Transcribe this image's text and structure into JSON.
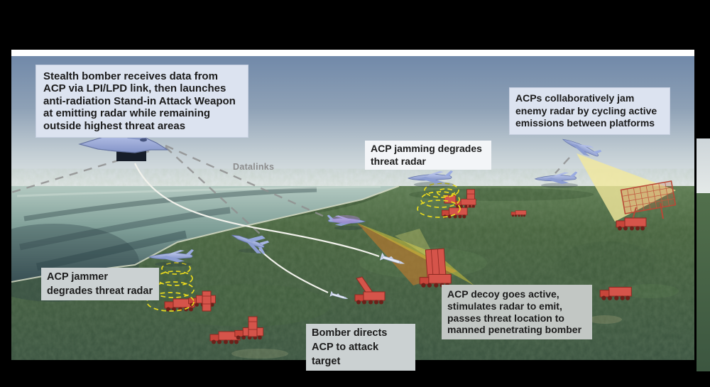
{
  "callouts": {
    "stealth_bomber": "Stealth bomber receives data from ACP via LPI/LPD link, then launches anti-radiation Stand-in Attack Weapon at emitting radar while remaining outside highest threat areas",
    "acps_jam_collaboratively": "ACPs collaboratively jam enemy radar by cycling active emissions between platforms",
    "acp_jamming_degrades": "ACP jamming degrades threat radar",
    "acp_jammer_degrades": "ACP jammer degrades threat radar",
    "bomber_directs": "Bomber directs ACP to attack target",
    "acp_decoy": "ACP decoy goes active, stimulates radar to emit, passes threat location to manned penetrating bomber"
  },
  "labels": {
    "datalinks": "Datalinks"
  },
  "icons": {
    "stealth-bomber-icon": "flying-wing aircraft",
    "acp-drone-icon": "small uncrewed jet",
    "fighter-acp-icon": "fighter aircraft",
    "decoy-acp-icon": "uncrewed jet acting as decoy",
    "threat-radar-icon": "red radar vehicle",
    "sam-launcher-icon": "red missile launcher vehicle",
    "jamming-coil-icon": "yellow dashed jamming spiral",
    "datalink-icon": "gray dashed datalink line",
    "weapon-icon": "air-launched attack missile",
    "emission-cone-icon": "yellow/orange emission cone"
  },
  "colors": {
    "frame": "#000000",
    "callout_blue": "#dce3f0",
    "callout_white": "#f3f5f8",
    "callout_gray": "#cbd1d2",
    "callout_gray_dark": "#c2c7c4",
    "text": "#1b1b1b",
    "datalinks_text": "#8c8c8c",
    "aircraft_blue": "#9fb1de",
    "threat_red": "#d5544a",
    "jam_yellow": "#e8d91f",
    "cone_yellow": "#f2e89c",
    "cone_orange": "#cf7a28",
    "white_line": "#f2f2ec"
  }
}
